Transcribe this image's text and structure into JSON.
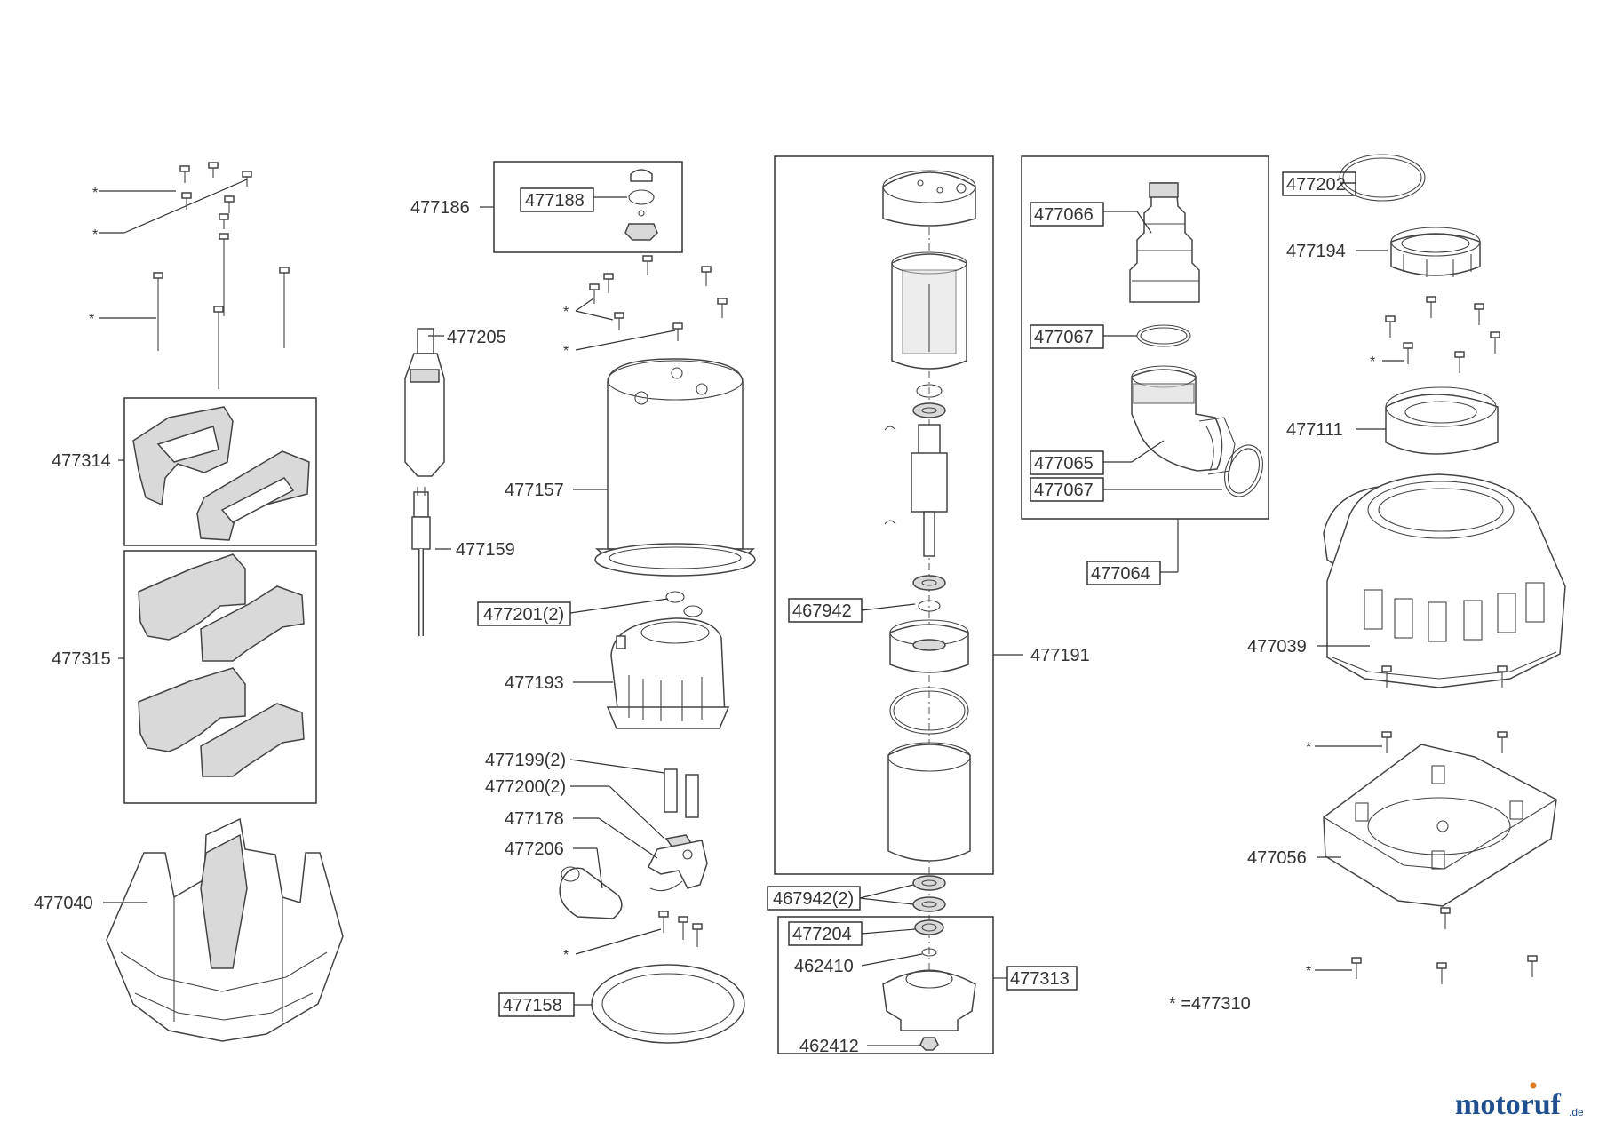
{
  "labels": {
    "p477186": "477186",
    "p477188": "477188",
    "p477205": "477205",
    "p477159": "477159",
    "p477314": "477314",
    "p477315": "477315",
    "p477040": "477040",
    "p477157": "477157",
    "p477201": "477201(2)",
    "p477193": "477193",
    "p477199": "477199(2)",
    "p477200": "477200(2)",
    "p477178": "477178",
    "p477206": "477206",
    "p477158": "477158",
    "p467942": "467942",
    "p477191": "477191",
    "p467942x2": "467942(2)",
    "p477204": "477204",
    "p462410": "462410",
    "p477313": "477313",
    "p462412": "462412",
    "p477066": "477066",
    "p477067a": "477067",
    "p477065": "477065",
    "p477067b": "477067",
    "p477064": "477064",
    "p477202": "477202",
    "p477194": "477194",
    "p477111": "477111",
    "p477039": "477039",
    "p477056": "477056"
  },
  "star_mark": "*",
  "footnote": "* =477310",
  "logo": {
    "text": "motoruf",
    "suffix": ".de"
  }
}
